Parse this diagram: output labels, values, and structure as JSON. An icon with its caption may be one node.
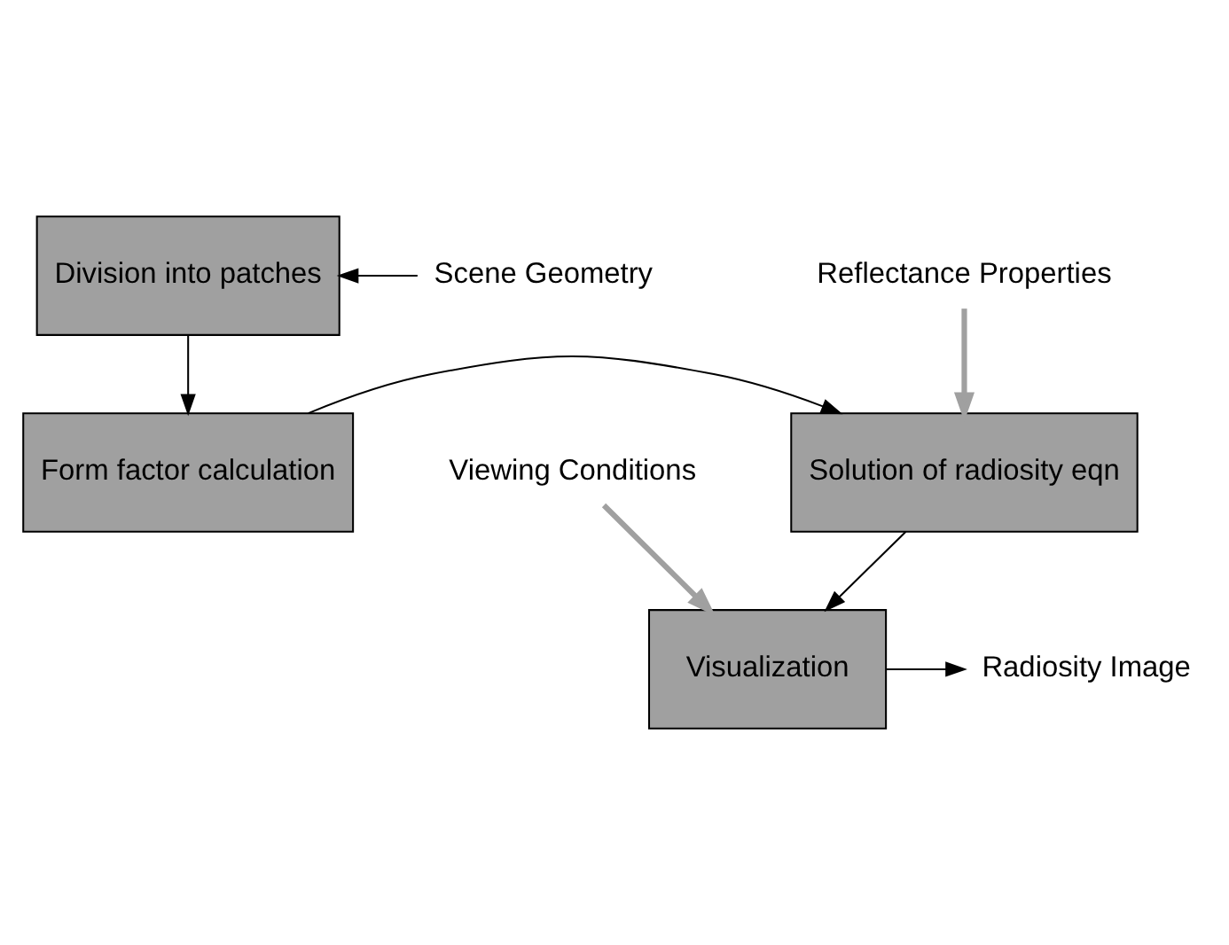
{
  "diagram": {
    "nodes": [
      {
        "text": [
          "Division into patches"
        ]
      },
      {
        "text": [
          "Scene Geometry"
        ]
      },
      {
        "text": [
          "Form factor calculation"
        ]
      },
      {
        "text": [
          "Reflectance Properties"
        ]
      },
      {
        "text": [
          "Solution of radiosity eqn"
        ]
      },
      {
        "text": [
          "Visualization"
        ]
      },
      {
        "text": [
          "Radiosity Image"
        ]
      },
      {
        "text": [
          "Viewing Conditions"
        ]
      }
    ],
    "edges": [
      {
        "from": 1,
        "to": 0,
        "arrow": "to"
      },
      {
        "from": 0,
        "to": 2,
        "arrow": "to"
      },
      {
        "from": 2,
        "to": 4,
        "arrow": "to"
      },
      {
        "from": 3,
        "to": 4,
        "arrow": "to",
        "style": "thick",
        "color": "#a0a0a0"
      },
      {
        "from": 4,
        "to": 5,
        "arrow": "to"
      },
      {
        "from": 7,
        "to": 5,
        "arrow": "to",
        "style": "thick",
        "color": "#a0a0a0"
      },
      {
        "from": 5,
        "to": 6,
        "arrow": "to"
      }
    ]
  }
}
